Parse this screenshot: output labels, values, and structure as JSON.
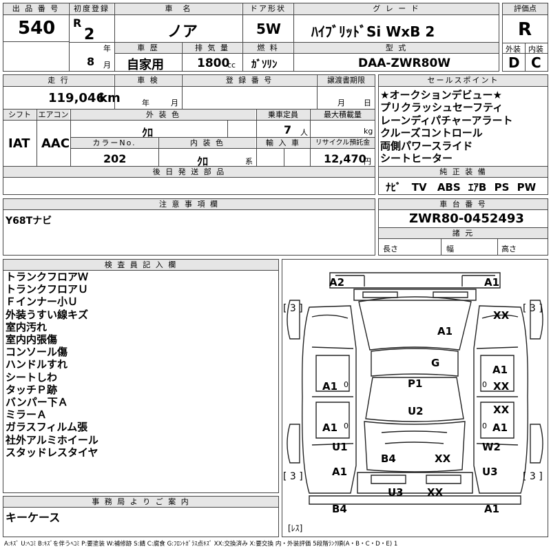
{
  "top": {
    "lot_no_label": "出 品 番 号",
    "lot_no": "540",
    "first_reg_label": "初度登録",
    "era": "R",
    "reg_year": "2",
    "year_unit": "年",
    "reg_month": "8",
    "month_unit": "月",
    "car_name_label": "車　名",
    "car_name": "ノア",
    "door_label": "ドア形状",
    "door": "5W",
    "grade_label": "グ レ ー ド",
    "grade": "ﾊｲﾌﾞﾘｯﾄﾞSi WxB 2",
    "score_label": "評価点",
    "score": "R",
    "history_label": "車 歴",
    "history": "自家用",
    "displacement_label": "排 気 量",
    "displacement": "1800",
    "displacement_unit": "cc",
    "fuel_label": "燃 料",
    "fuel": "ｶﾞｿﾘﾝ",
    "model_label": "型 式",
    "model": "DAA-ZWR80W",
    "exterior_label": "外装",
    "exterior": "D",
    "interior_label": "内装",
    "interior": "C"
  },
  "second": {
    "mileage_label": "走 行",
    "mileage": "119,046",
    "mileage_unit": "km",
    "inspection_label": "車 検",
    "insp_year_unit": "年",
    "insp_month_unit": "月",
    "plate_label": "登 録 番 号",
    "transfer_label": "譲渡書期限",
    "transfer_month_unit": "月",
    "transfer_day_unit": "日",
    "shift_label": "シフト",
    "shift": "IAT",
    "aircon_label": "エアコン",
    "aircon": "AAC",
    "ext_color_label": "外 装 色",
    "ext_color": "ｸﾛ",
    "capacity_label": "乗車定員",
    "capacity": "7",
    "capacity_unit": "人",
    "load_label": "最大積載量",
    "load_unit": "kg",
    "color_no_label": "カラーNo.",
    "color_no": "202",
    "int_color_label": "内 装 色",
    "int_color": "ｸﾛ",
    "int_color_unit": "系",
    "import_label": "輸 入 車",
    "recycle_label": "リサイクル預託金",
    "recycle": "12,470",
    "recycle_unit": "円",
    "later_parts_label": "後 日 発 送 部 品"
  },
  "sales": {
    "label": "セールスポイント",
    "items": [
      "★オークションデビュー★",
      "プリクラッシュセーフティ",
      "レーンディパチャーアラート",
      "クルーズコントロール",
      "両側パワースライド",
      "シートヒーター"
    ]
  },
  "equipment": {
    "label": "純 正 装 備",
    "items": [
      "ﾅﾋﾞ",
      "TV",
      "ABS",
      "ｴｱB",
      "PS",
      "PW"
    ]
  },
  "notes": {
    "label": "注 意 事 項 欄",
    "text": "Y68Tナビ"
  },
  "chassis": {
    "label": "車 台 番 号",
    "value": "ZWR80-0452493",
    "dims_label": "諸 元",
    "length_label": "長さ",
    "width_label": "幅",
    "height_label": "高さ"
  },
  "inspector": {
    "label": "検 査 員 記 入 欄",
    "items": [
      "トランクフロアＷ",
      "トランクフロアＵ",
      "Ｆインナー小Ｕ",
      "外装うすい線キズ",
      "室内汚れ",
      "室内内張傷",
      "コンソール傷",
      "ハンドルすれ",
      "シートしわ",
      "タッチＰ跡",
      "バンパー下Ａ",
      "ミラーＡ",
      "ガラスフィルム張",
      "社外アルミホイール",
      "スタッドレスタイヤ"
    ]
  },
  "office": {
    "label": "事 務 局 よ り ご 案 内",
    "text": "キーケース"
  },
  "diagram": {
    "marks": {
      "rear_left_corner": "A2",
      "rear_right_corner": "A1",
      "tire_rl": "[ 3 ]",
      "tire_rr": "[ 3 ]",
      "tire_fl": "[ 3 ]",
      "tire_fr": "[ 3 ]",
      "rear_glass": "A1",
      "right_rear_quarter": "XX",
      "roof": "G",
      "left_rear_door": "A1",
      "left_rear_door_dent": "0",
      "right_rear_door_a": "A1",
      "right_rear_door_xx": "XX",
      "center_p": "P1",
      "left_front_door": "A1",
      "left_front_door_dent": "0",
      "right_front_door_xx": "XX",
      "right_front_door_a": "A1",
      "center_u": "U2",
      "left_fender_u": "U1",
      "right_fender_w": "W2",
      "hood_b": "B4",
      "hood_xx": "XX",
      "left_front": "A1",
      "right_front": "U3",
      "front_bumper_u": "U3",
      "front_bumper_xx": "XX",
      "front_left": "B4",
      "front_right": "A1",
      "spare": "[ﾚｽ]"
    }
  },
  "legend": "A:ｷｽﾞ U:ﾍｺﾐ B:ｷｽﾞを伴うﾍｺﾐ P:要塗装 W:補修跡 S:錆 C:腐食 G:ﾌﾛﾝﾄｶﾞﾗｽ点ｷｽﾞ XX:交換済み X:要交換  内・外装評価 5段階ﾗﾝｸ順(A・B・C・D・E) 1"
}
